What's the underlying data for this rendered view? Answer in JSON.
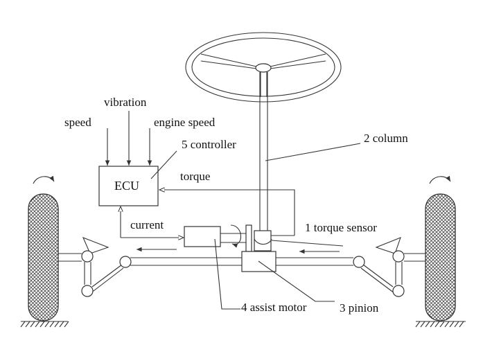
{
  "labels": {
    "ecu": "ECU",
    "vibration": "vibration",
    "speed": "speed",
    "engine_speed": "engine speed",
    "controller": "5 controller",
    "torque": "torque",
    "current": "current",
    "column": "2 column",
    "torque_sensor": "1 torque sensor",
    "assist_motor": "4 assist motor",
    "pinion": "3 pinion"
  },
  "colors": {
    "line": "#333333",
    "background": "#ffffff"
  }
}
